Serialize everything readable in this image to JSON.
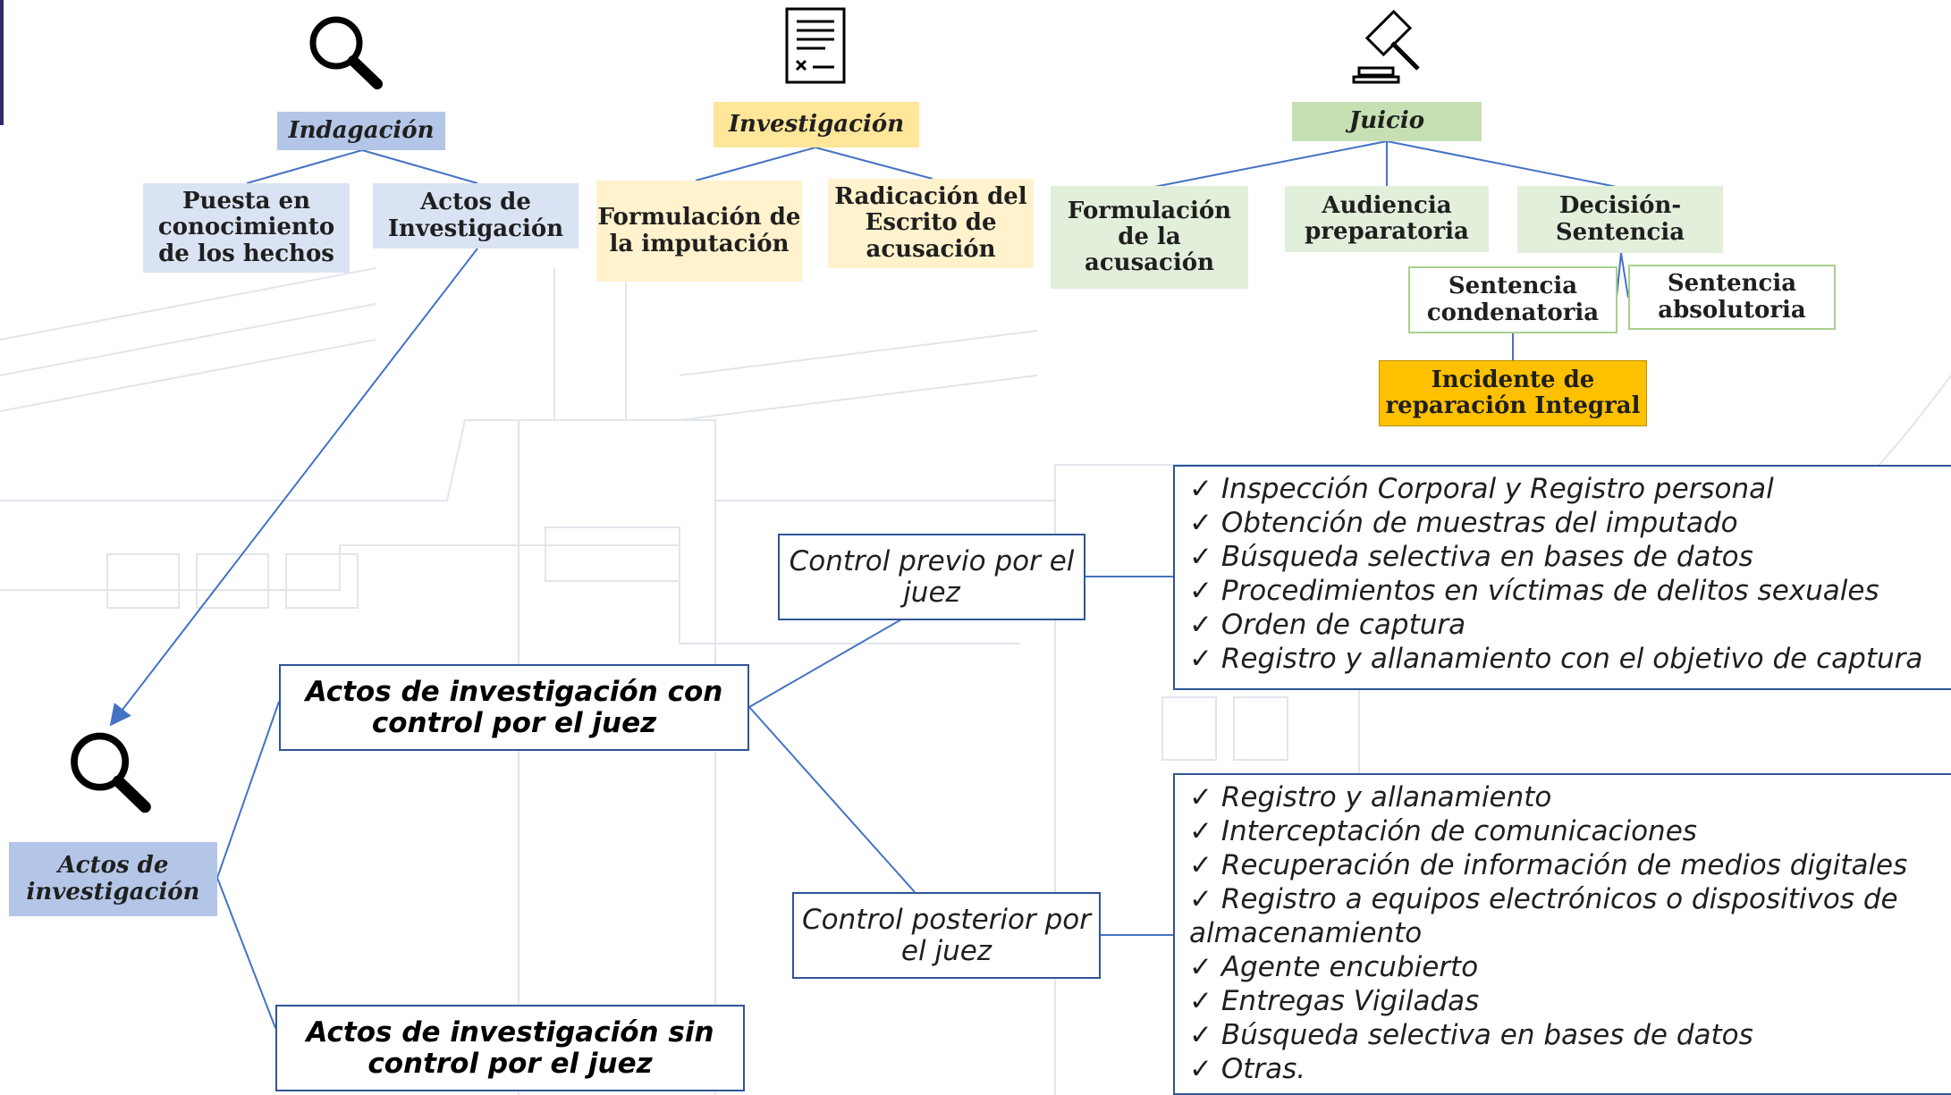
{
  "stages": {
    "indagacion": {
      "title": "Indagación",
      "children": [
        "Puesta en conocimiento de los hechos",
        "Actos de Investigación"
      ]
    },
    "investigacion": {
      "title": "Investigación",
      "children": [
        "Formulación de la imputación",
        "Radicación del Escrito de acusación"
      ]
    },
    "juicio": {
      "title": "Juicio",
      "children": [
        "Formulación de la acusación",
        "Audiencia preparatoria",
        "Decisión-Sentencia"
      ]
    }
  },
  "sentencias": {
    "condenatoria": "Sentencia condenatoria",
    "absolutoria": "Sentencia absolutoria"
  },
  "incidente": "Incidente de reparación Integral",
  "actos_root": "Actos de investigación",
  "con_control": "Actos de investigación con control por el juez",
  "sin_control": "Actos de investigación sin control por el juez",
  "control_previo": "Control previo por el juez",
  "control_posterior": "Control posterior por el juez",
  "previo_items": [
    "Inspección Corporal y Registro personal",
    "Obtención de muestras del imputado",
    "Búsqueda selectiva en bases de datos",
    "Procedimientos en víctimas de delitos sexuales",
    "Orden de captura",
    "Registro y allanamiento con el objetivo de captura"
  ],
  "posterior_items": [
    "Registro y allanamiento",
    "Interceptación de comunicaciones",
    "Recuperación de información de medios digitales",
    "Registro a equipos electrónicos o dispositivos de almacenamiento",
    "Agente encubierto",
    "Entregas Vigiladas",
    "Búsqueda selectiva en bases de datos",
    "Otras."
  ],
  "icons": [
    "magnifier-icon",
    "document-icon",
    "gavel-icon",
    "magnifier-icon"
  ],
  "colors": {
    "indagacion": "#b4c6e7",
    "investigacion": "#ffe699",
    "investigacion_children": "#fff2cc",
    "juicio": "#c6e0b4",
    "juicio_children": "#e2efda",
    "incidente": "#ffc000",
    "connector": "#4472c4",
    "outline": "#2f5597"
  }
}
